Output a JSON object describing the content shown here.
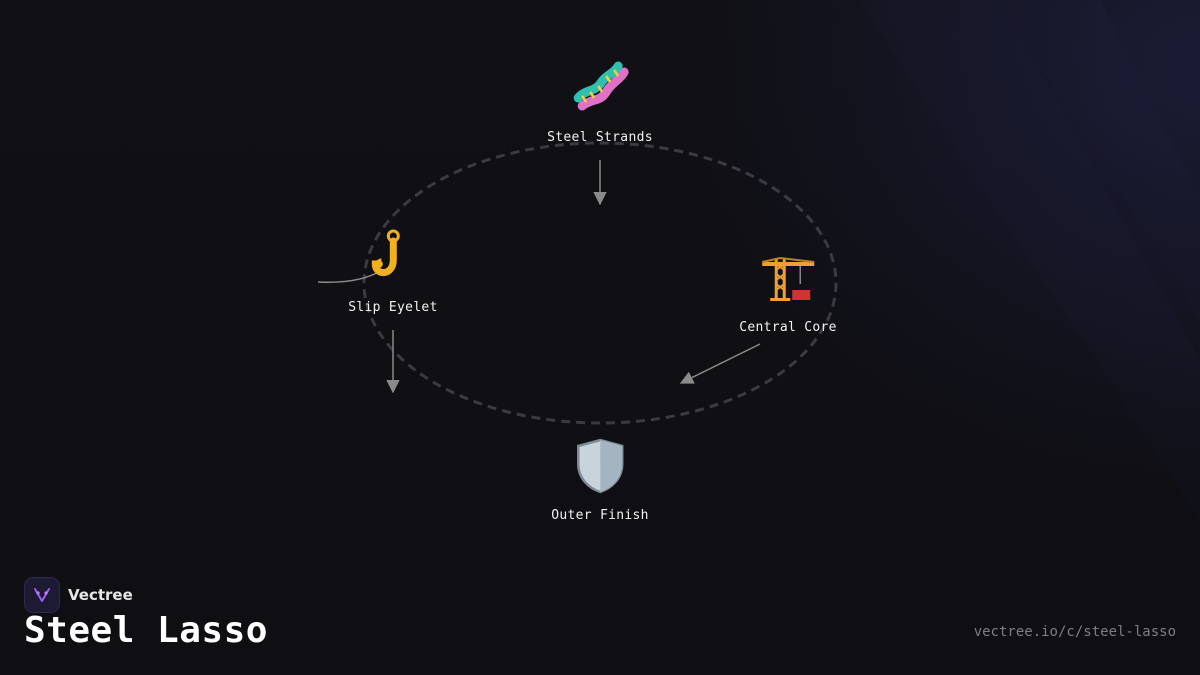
{
  "diagram": {
    "nodes": [
      {
        "id": "steel-strands",
        "label": "Steel Strands",
        "icon": "dna-icon"
      },
      {
        "id": "slip-eyelet",
        "label": "Slip Eyelet",
        "icon": "hook-icon"
      },
      {
        "id": "central-core",
        "label": "Central Core",
        "icon": "crane-icon"
      },
      {
        "id": "outer-finish",
        "label": "Outer Finish",
        "icon": "shield-icon"
      }
    ],
    "edges": [
      {
        "from": "steel-strands",
        "to": "center"
      },
      {
        "from": "slip-eyelet",
        "to": "outer-finish"
      },
      {
        "from": "central-core",
        "to": "outer-finish"
      }
    ],
    "colors": {
      "ring": "#3a3a42",
      "arrow": "#8a8a8a",
      "label": "#f2f2f2"
    }
  },
  "brand": {
    "name": "Vectree",
    "logo_color": "#a05cf0"
  },
  "title": "Steel Lasso",
  "url": "vectree.io/c/steel-lasso"
}
